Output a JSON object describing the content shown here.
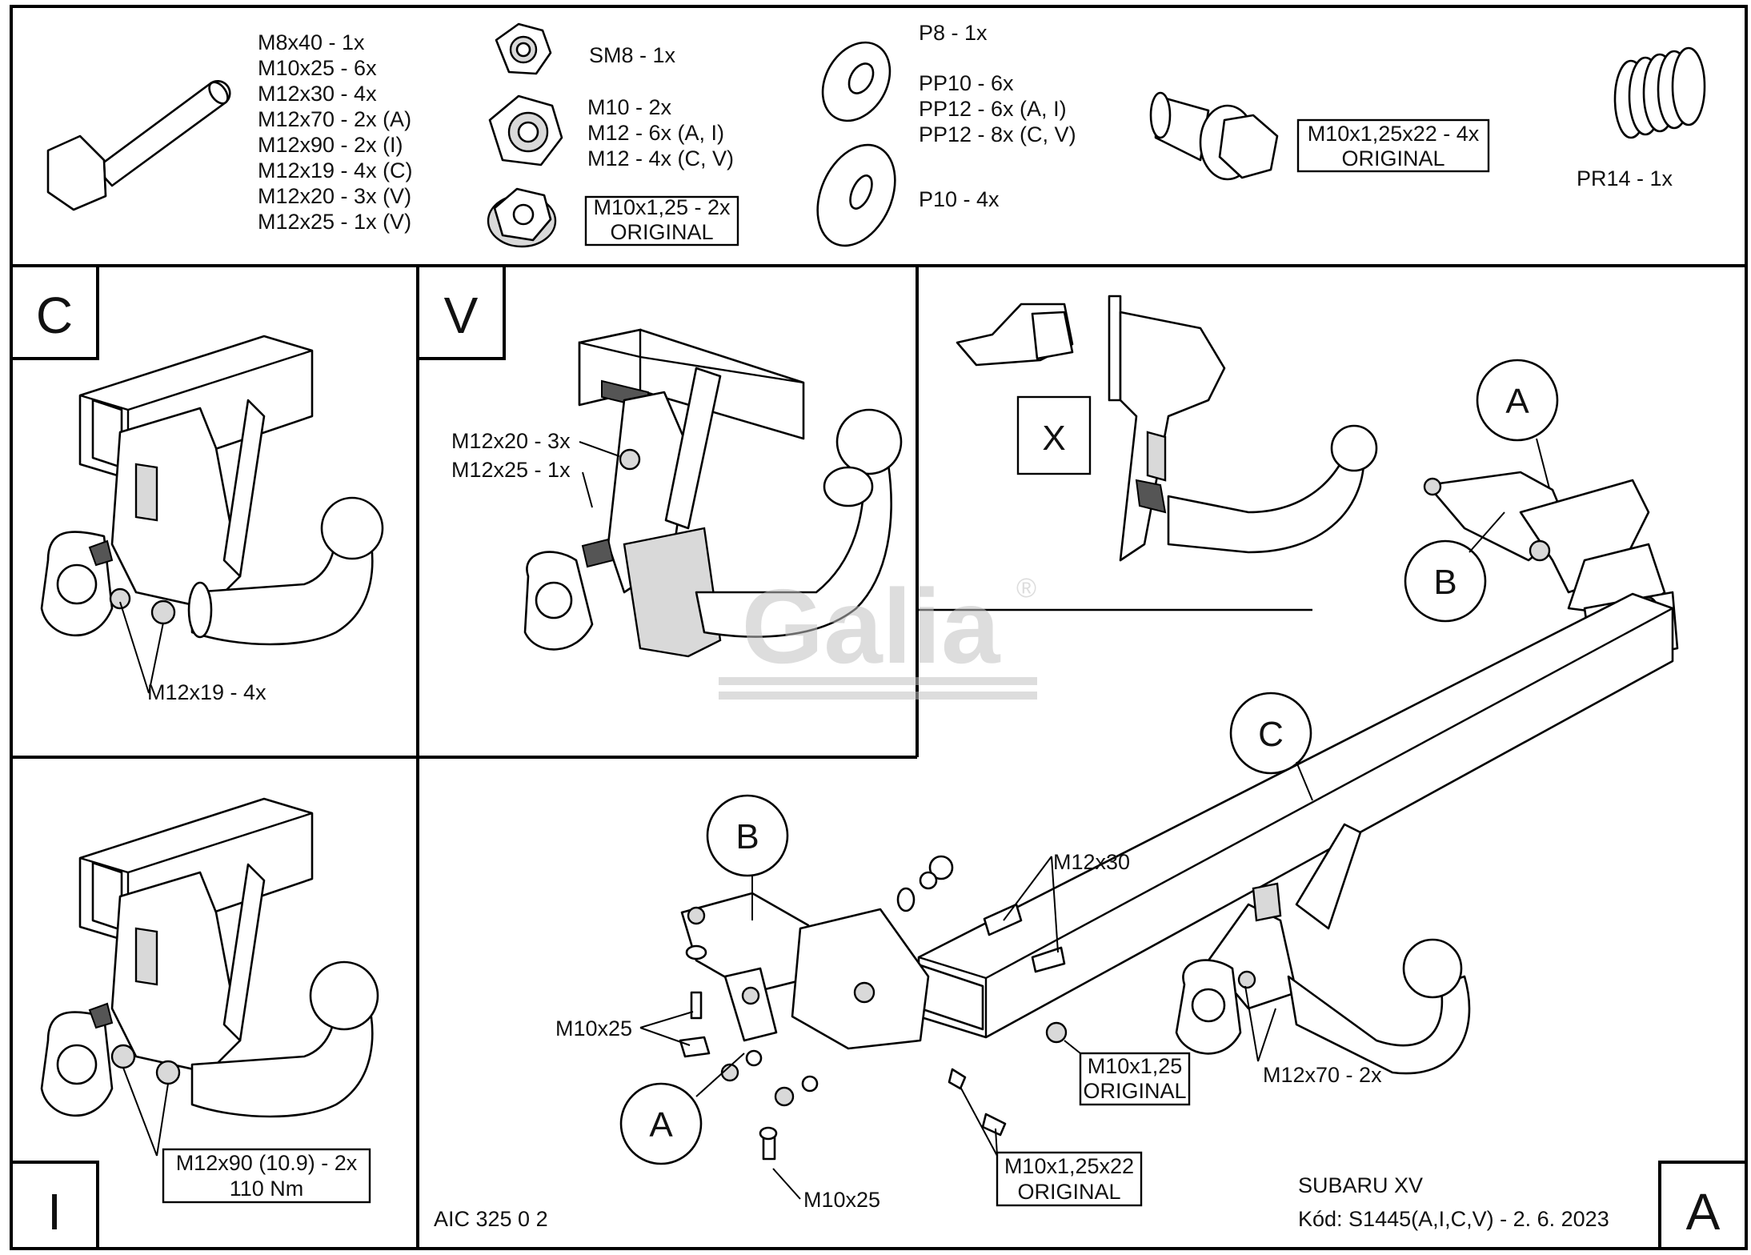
{
  "parts": {
    "bolts": [
      "M8x40 - 1x",
      "M10x25 - 6x",
      "M12x30 - 4x",
      "M12x70 - 2x (A)",
      "M12x90 - 2x (I)",
      "M12x19 - 4x (C)",
      "M12x20 - 3x (V)",
      "M12x25 - 1x (V)"
    ],
    "sm8": "SM8 - 1x",
    "nuts": [
      "M10 - 2x",
      "M12 - 6x (A, I)",
      "M12 - 4x (C, V)"
    ],
    "original_nut": [
      "M10x1,25 - 2x",
      "ORIGINAL"
    ],
    "washer_p8": "P8 - 1x",
    "washers_pp": [
      "PP10 - 6x",
      "PP12 - 6x (A, I)",
      "PP12 - 8x (C, V)"
    ],
    "washer_p10": "P10 - 4x",
    "original_bolt": [
      "M10x1,25x22 - 4x",
      "ORIGINAL"
    ],
    "spring": "PR14 - 1x"
  },
  "panels": {
    "c": {
      "tag": "C",
      "label": "M12x19 - 4x"
    },
    "v": {
      "tag": "V",
      "label1": "M12x20 - 3x",
      "label2": "M12x25 - 1x"
    },
    "x": {
      "tag": "X"
    },
    "i": {
      "tag": "I",
      "label1": "M12x90 (10.9) - 2x",
      "label2": "110 Nm"
    },
    "a": {
      "tag": "A",
      "callout_a": "A",
      "callout_b": "B",
      "callout_c": "C",
      "m12x30": "M12x30",
      "m10x25_left": "M10x25",
      "m10x25_bottom": "M10x25",
      "orig_nut": [
        "M10x1,25",
        "ORIGINAL"
      ],
      "orig_bolt": [
        "M10x1,25x22",
        "ORIGINAL"
      ],
      "m12x70": "M12x70 - 2x",
      "vehicle": "SUBARU XV",
      "code": "Kód: S1445(A,I,C,V) - 2. 6. 2023",
      "drawing_no": "AIC 325 0 2"
    }
  },
  "watermark": {
    "brand": "Galia",
    "mark": "®"
  }
}
